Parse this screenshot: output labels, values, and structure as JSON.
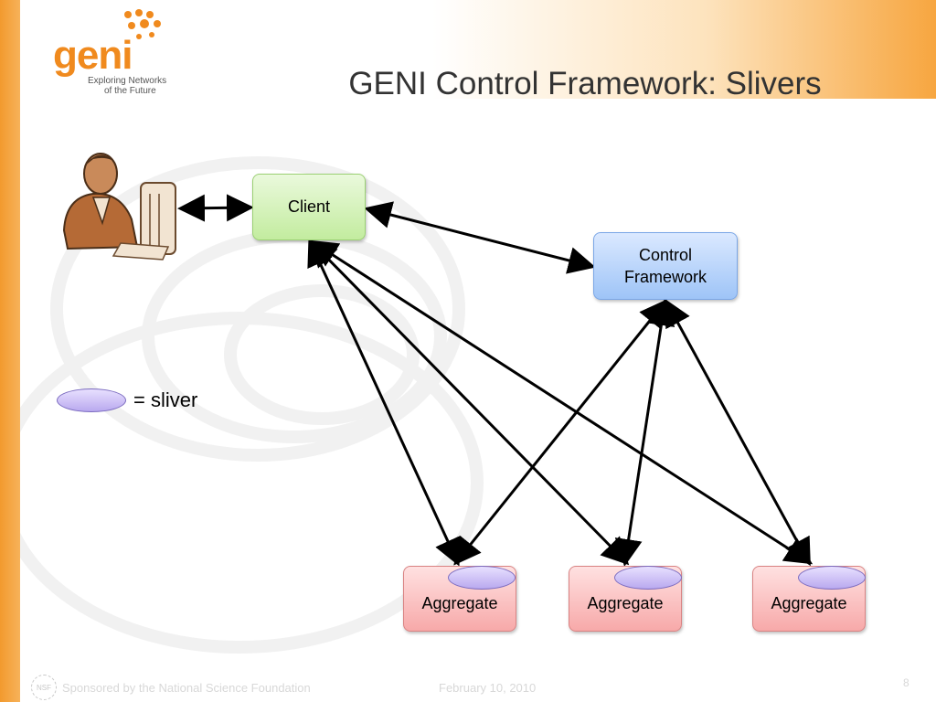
{
  "header": {
    "logo_word": "geni",
    "logo_tagline_1": "Exploring Networks",
    "logo_tagline_2": "of the Future",
    "title": "GENI Control Framework: Slivers"
  },
  "diagram": {
    "client_label": "Client",
    "control_framework_label_1": "Control",
    "control_framework_label_2": "Framework",
    "aggregates": [
      {
        "label": "Aggregate"
      },
      {
        "label": "Aggregate"
      },
      {
        "label": "Aggregate"
      }
    ],
    "legend_text": "= sliver"
  },
  "footer": {
    "nsf_logo_text": "NSF",
    "sponsor": "Sponsored by the National Science Foundation",
    "date": "February 10, 2010",
    "page_number": "8"
  },
  "colors": {
    "accent_orange": "#f08a1e",
    "client_green": "#c3ec9f",
    "cf_blue": "#9ec4f7",
    "aggregate_red": "#f7a9a9",
    "sliver_purple": "#b9a9ef"
  }
}
